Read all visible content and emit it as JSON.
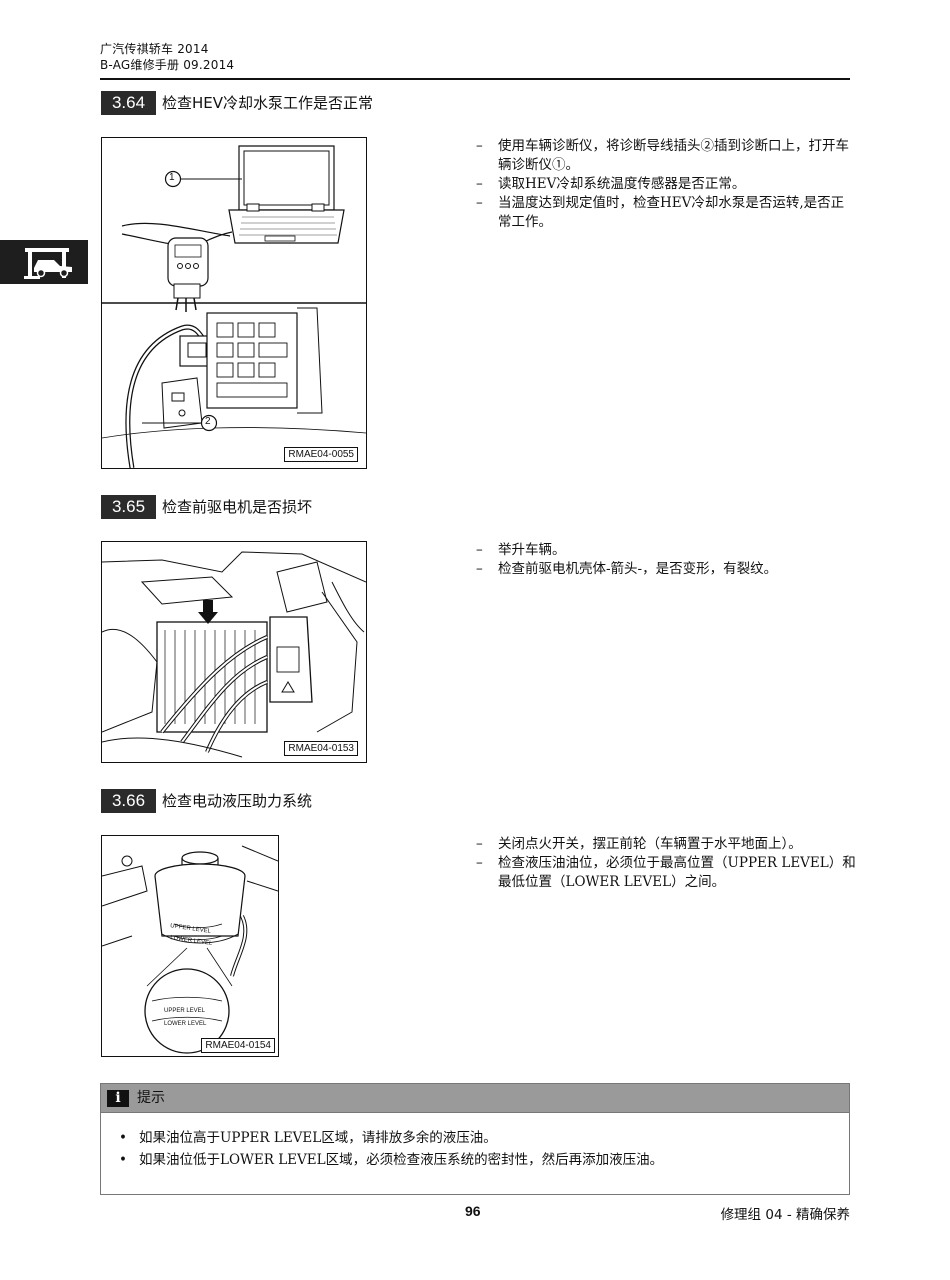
{
  "header": {
    "line1": "广汽传祺轿车 2014",
    "line2": "B-AG维修手册 09.2014"
  },
  "sections": [
    {
      "number": "3.64",
      "title": "检查HEV冷却水泵工作是否正常",
      "figure_code": "RMAE04-0055",
      "callouts": [
        "1",
        "2"
      ],
      "steps": [
        "使用车辆诊断仪，将诊断导线插头②插到诊断口上，打开车辆诊断仪①。",
        "读取HEV冷却系统温度传感器是否正常。",
        "当温度达到规定值时，检查HEV冷却水泵是否运转,是否正常工作。"
      ]
    },
    {
      "number": "3.65",
      "title": "检查前驱电机是否损坏",
      "figure_code": "RMAE04-0153",
      "steps": [
        "举升车辆。",
        "检查前驱电机壳体-箭头-，是否变形，有裂纹。"
      ]
    },
    {
      "number": "3.66",
      "title": "检查电动液压助力系统",
      "figure_code": "RMAE04-0154",
      "figure_labels": [
        "UPPER LEVEL",
        "LOWER LEVEL",
        "UPPER LEVEL",
        "LOWER LEVEL"
      ],
      "steps": [
        "关闭点火开关，摆正前轮（车辆置于水平地面上）。",
        "检查液压油油位，必须位于最高位置（UPPER LEVEL）和最低位置（LOWER LEVEL）之间。"
      ]
    }
  ],
  "note": {
    "icon": "info-icon",
    "icon_glyph": "i",
    "title": "提示",
    "items": [
      "如果油位高于UPPER LEVEL区域，请排放多余的液压油。",
      "如果油位低于LOWER LEVEL区域，必须检查液压系统的密封性，然后再添加液压油。"
    ]
  },
  "side_tab": {
    "icon": "car-lift-icon"
  },
  "footer": {
    "page_number": "96",
    "chapter": "修理组 04 - 精确保养"
  }
}
